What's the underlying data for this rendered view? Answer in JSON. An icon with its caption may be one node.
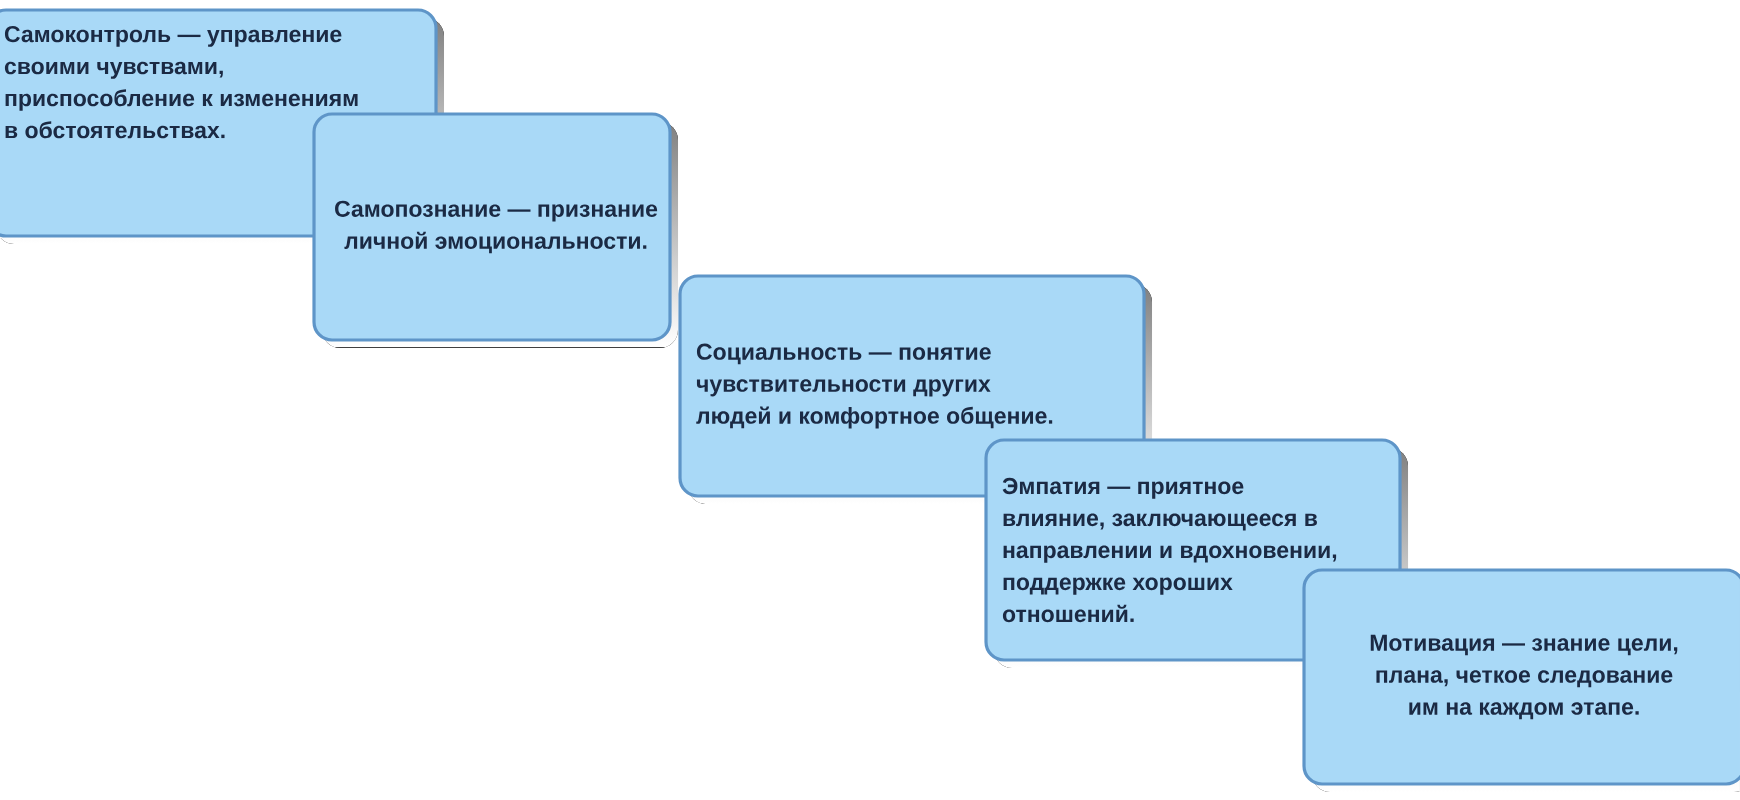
{
  "diagram": {
    "nodes": [
      {
        "text": [
          "Самоконтроль — управление своими чувствами, приспособление к изменениям в обстоятельствах."
        ]
      },
      {
        "text": [
          "Самопознание — признание личной эмоциональности."
        ]
      },
      {
        "text": [
          "Социальность — понятие чувствительности других людей и комфортное общение."
        ]
      },
      {
        "text": [
          "Эмпатия — приятное влияние, заключающееся в направлении и вдохновении, поддержке хороших отношений."
        ]
      },
      {
        "text": [
          "Мотивация — знание цели, плана, четкое следование им на каждом этапе."
        ]
      }
    ]
  }
}
